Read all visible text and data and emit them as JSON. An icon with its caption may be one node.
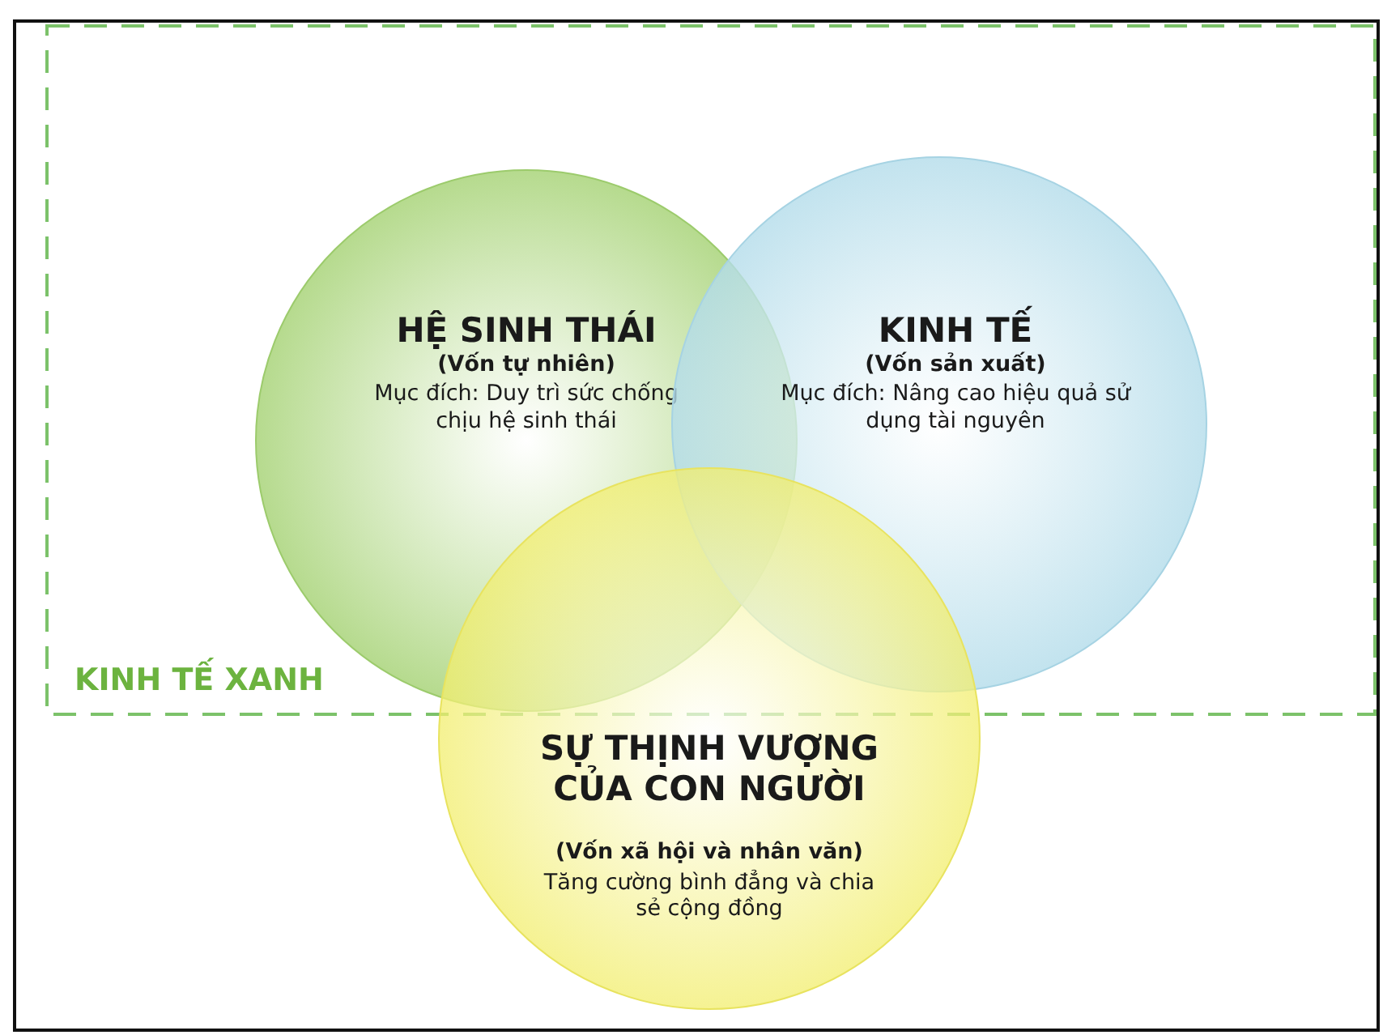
{
  "diagram": {
    "nodes": [
      {
        "text": [
          "KINH TẾ XANH"
        ]
      },
      {
        "text": [
          "HỆ SINH THÁI",
          "(Vốn tự nhiên)",
          "Mục đích: Duy trì sức chống chịu hệ sinh thái"
        ],
        "in": 0
      },
      {
        "text": [
          "KINH TẾ",
          "(Vốn sản xuất)",
          "Mục đích: Nâng cao hiệu quả sử dụng tài nguyên"
        ],
        "in": 0
      },
      {
        "text": [
          "SỰ THỊNH VƯỢNG CỦA CON NGƯỜI",
          "(Vốn xã hội và nhân văn)",
          "Tăng cường bình đẳng và chia sẻ cộng đồng"
        ]
      }
    ]
  }
}
